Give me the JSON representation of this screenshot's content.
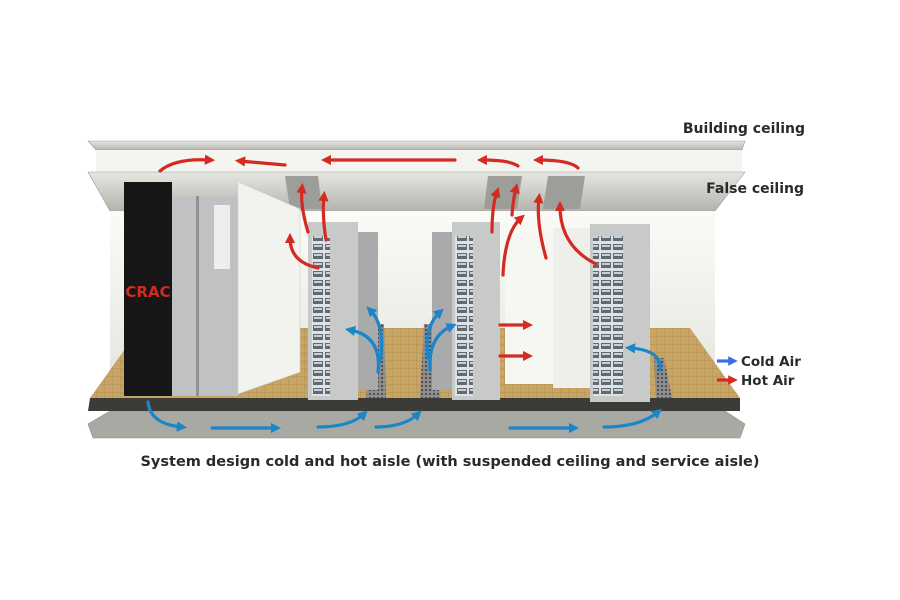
{
  "labels": {
    "building_ceiling": "Building ceiling",
    "false_ceiling": "False ceiling",
    "crac": "CRAC"
  },
  "legend": {
    "cold": {
      "label": "Cold Air",
      "color": "#3b6fe0"
    },
    "hot": {
      "label": "Hot Air",
      "color": "#d42a22"
    }
  },
  "caption": "System design cold and hot aisle (with suspended ceiling and service aisle)",
  "colors": {
    "cold_flow": "#1a86c8",
    "hot_flow": "#d42a22",
    "crac_unit": "#161616",
    "raised_floor": "#c9a565"
  }
}
